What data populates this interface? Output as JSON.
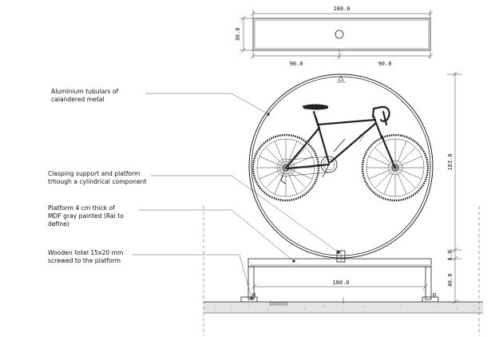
{
  "annotations": {
    "tubular_line1": "Aluminium tubulars of",
    "tubular_line2": "calandered metal",
    "support_line1": "Clasping support and platform",
    "support_line2": "trhough a cylindrical component",
    "platform_line1": "Platform 4 cm thick of",
    "platform_line2": "MDF gray painted (Ral to",
    "platform_line3": "define)",
    "listel_line1": "Wooden listel 15x20 mm",
    "listel_line2": "screwed to the platform"
  },
  "dimensions": {
    "top_width": "180.0",
    "top_depth": "30.0",
    "top_half_left": "90.0",
    "top_half_right": "90.0",
    "platform_width": "180.0",
    "height_ring": "183.0",
    "height_gap": "6.0",
    "height_platform": "40.0"
  }
}
